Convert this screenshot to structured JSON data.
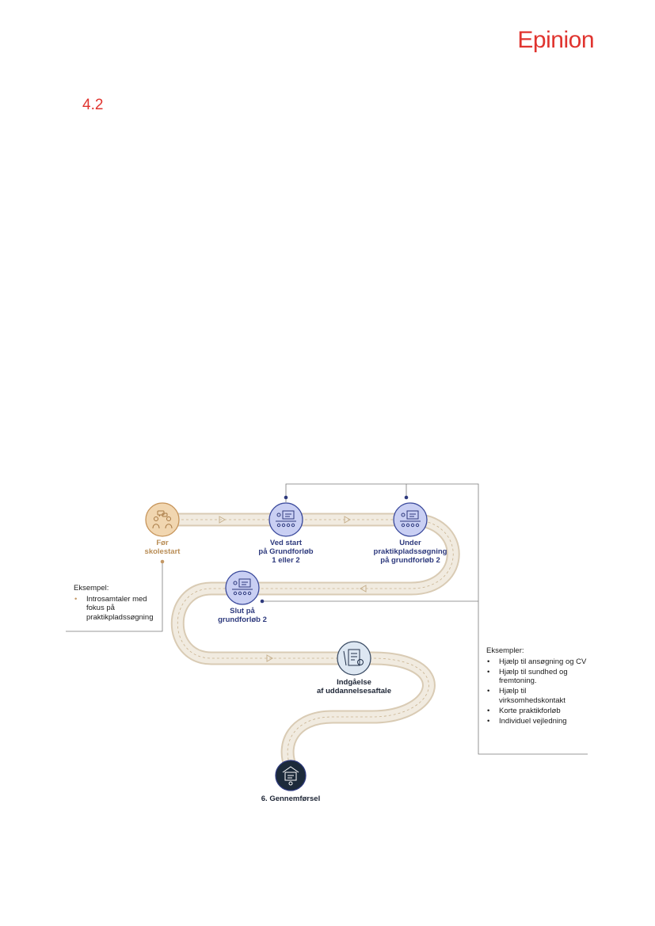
{
  "header": {
    "brand": "Epinion",
    "section_number": "4.2"
  },
  "colors": {
    "brand_red": "#e0342f",
    "road_fill": "#f1ebe0",
    "road_edge": "#d9cbb4",
    "milestone_fill": "#c9cff3",
    "milestone_stroke": "#3b4a9c",
    "start_fill": "#f1d6b0",
    "start_stroke": "#c7955b",
    "final_fill": "#1c2a3a"
  },
  "milestones": [
    {
      "label": "Før\nskolestart",
      "icon": "people-conversation-icon",
      "style": "start"
    },
    {
      "label": "Ved start\npå Grundforløb\n1 eller 2",
      "icon": "classroom-icon",
      "style": "milestone"
    },
    {
      "label": "Under\npraktikpladssøgning\npå grundforløb 2",
      "icon": "classroom-icon",
      "style": "milestone"
    },
    {
      "label": "Slut på\ngrundforløb 2",
      "icon": "classroom-icon",
      "style": "milestone"
    },
    {
      "label": "Indgåelse\naf uddannelsesaftale",
      "icon": "contract-document-icon",
      "style": "light"
    },
    {
      "label": "6. Gennemførsel",
      "icon": "graduation-diploma-icon",
      "style": "final"
    }
  ],
  "notes": {
    "left": {
      "heading": "Eksempel:",
      "items": [
        "Introsamtaler med fokus på praktikpladssøgning"
      ]
    },
    "right": {
      "heading": "Eksempler:",
      "items": [
        "Hjælp til ansøgning og CV",
        "Hjælp til sundhed og fremtoning.",
        "Hjælp til virksomhedskontakt",
        "Korte praktikforløb",
        "Individuel vejledning"
      ]
    }
  }
}
